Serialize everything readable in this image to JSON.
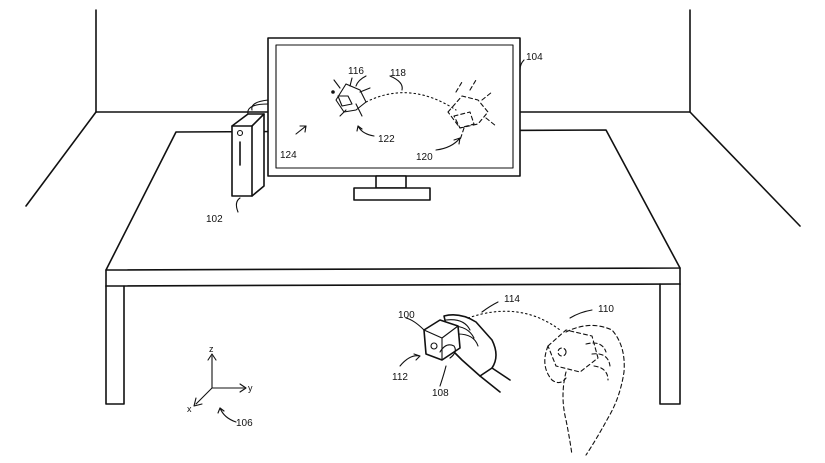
{
  "labels": {
    "computing_device": "102",
    "display": "104",
    "coordinate_system": "106",
    "object": "100",
    "hand": "108",
    "target_hand": "110",
    "grip": "112",
    "hand_path": "114",
    "virtual_object": "116",
    "virtual_path": "118",
    "virtual_target": "120",
    "virtual_hand": "122",
    "virtual_scene": "124"
  },
  "axes": {
    "z": "z",
    "y": "y",
    "x": "x"
  }
}
